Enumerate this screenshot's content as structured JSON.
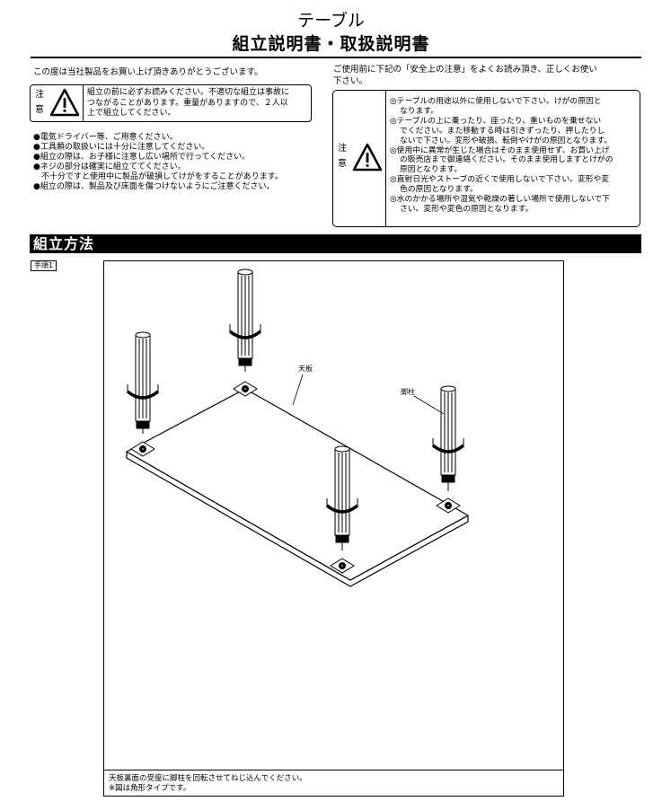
{
  "header": {
    "title": "テーブル",
    "subtitle": "組立説明書・取扱説明書"
  },
  "left": {
    "intro": "この度は当社製品をお買い上げ頂きありがとうございます。",
    "caution_label": "注意",
    "caution_label_top": "注",
    "caution_label_bottom": "意",
    "caution_lines": [
      "組立の前に必ずお読みください。不適切な組立は事故に",
      "つながることがあります。重量がありますので、２人以",
      "上で組立してください。"
    ],
    "notes": [
      "●電気ドライバー等、ご用意ください。",
      "●工具類の取扱いには十分に注意してください。",
      "●組立の際は、お子様に注意し広い場所で行ってください。",
      "●ネジの部分は確実に組立ててください。",
      "不十分ですと使用中に製品が破損してけがをすることがあります。",
      "●組立の際は、製品及び床面を傷つけないようにご注意ください。"
    ]
  },
  "right": {
    "intro_lines": [
      "ご使用前に下記の「安全上の注意」をよくお読み頂き、正しくお使い",
      "下さい。"
    ],
    "caution_label_top": "注",
    "caution_label_bottom": "意",
    "caution_lines": [
      "◎テーブルの用途以外に使用しないで下さい。けがの原因と",
      "なります。",
      "◎テーブルの上に乗ったり、座ったり、重いものを乗せない",
      "でください。また移動する時は引きずったり、押したりし",
      "ないで下さい。変形や破損、転倒やけがの原因となります。",
      "◎使用中に異常が生じた場合はそのまま使用せず、お買い上げ",
      "の販売店まで御連絡ください。そのまま使用しますとけがの",
      "原因となります。",
      "◎直射日光やストーブの近くで使用しないで下さい。変形や変",
      "色の原因となります。",
      "◎水のかかる場所や湿気や乾燥の著しい場所で使用しないで下",
      "さい。変形や変色の原因となります。"
    ]
  },
  "section": {
    "title": "組立方法",
    "step_label": "手順1"
  },
  "figure": {
    "label_top": "天板",
    "label_leg": "脚柱",
    "caption_lines": [
      "天板裏面の受座に脚柱を回転させてねじ込んでください。",
      "※図は角形タイプです。"
    ]
  }
}
